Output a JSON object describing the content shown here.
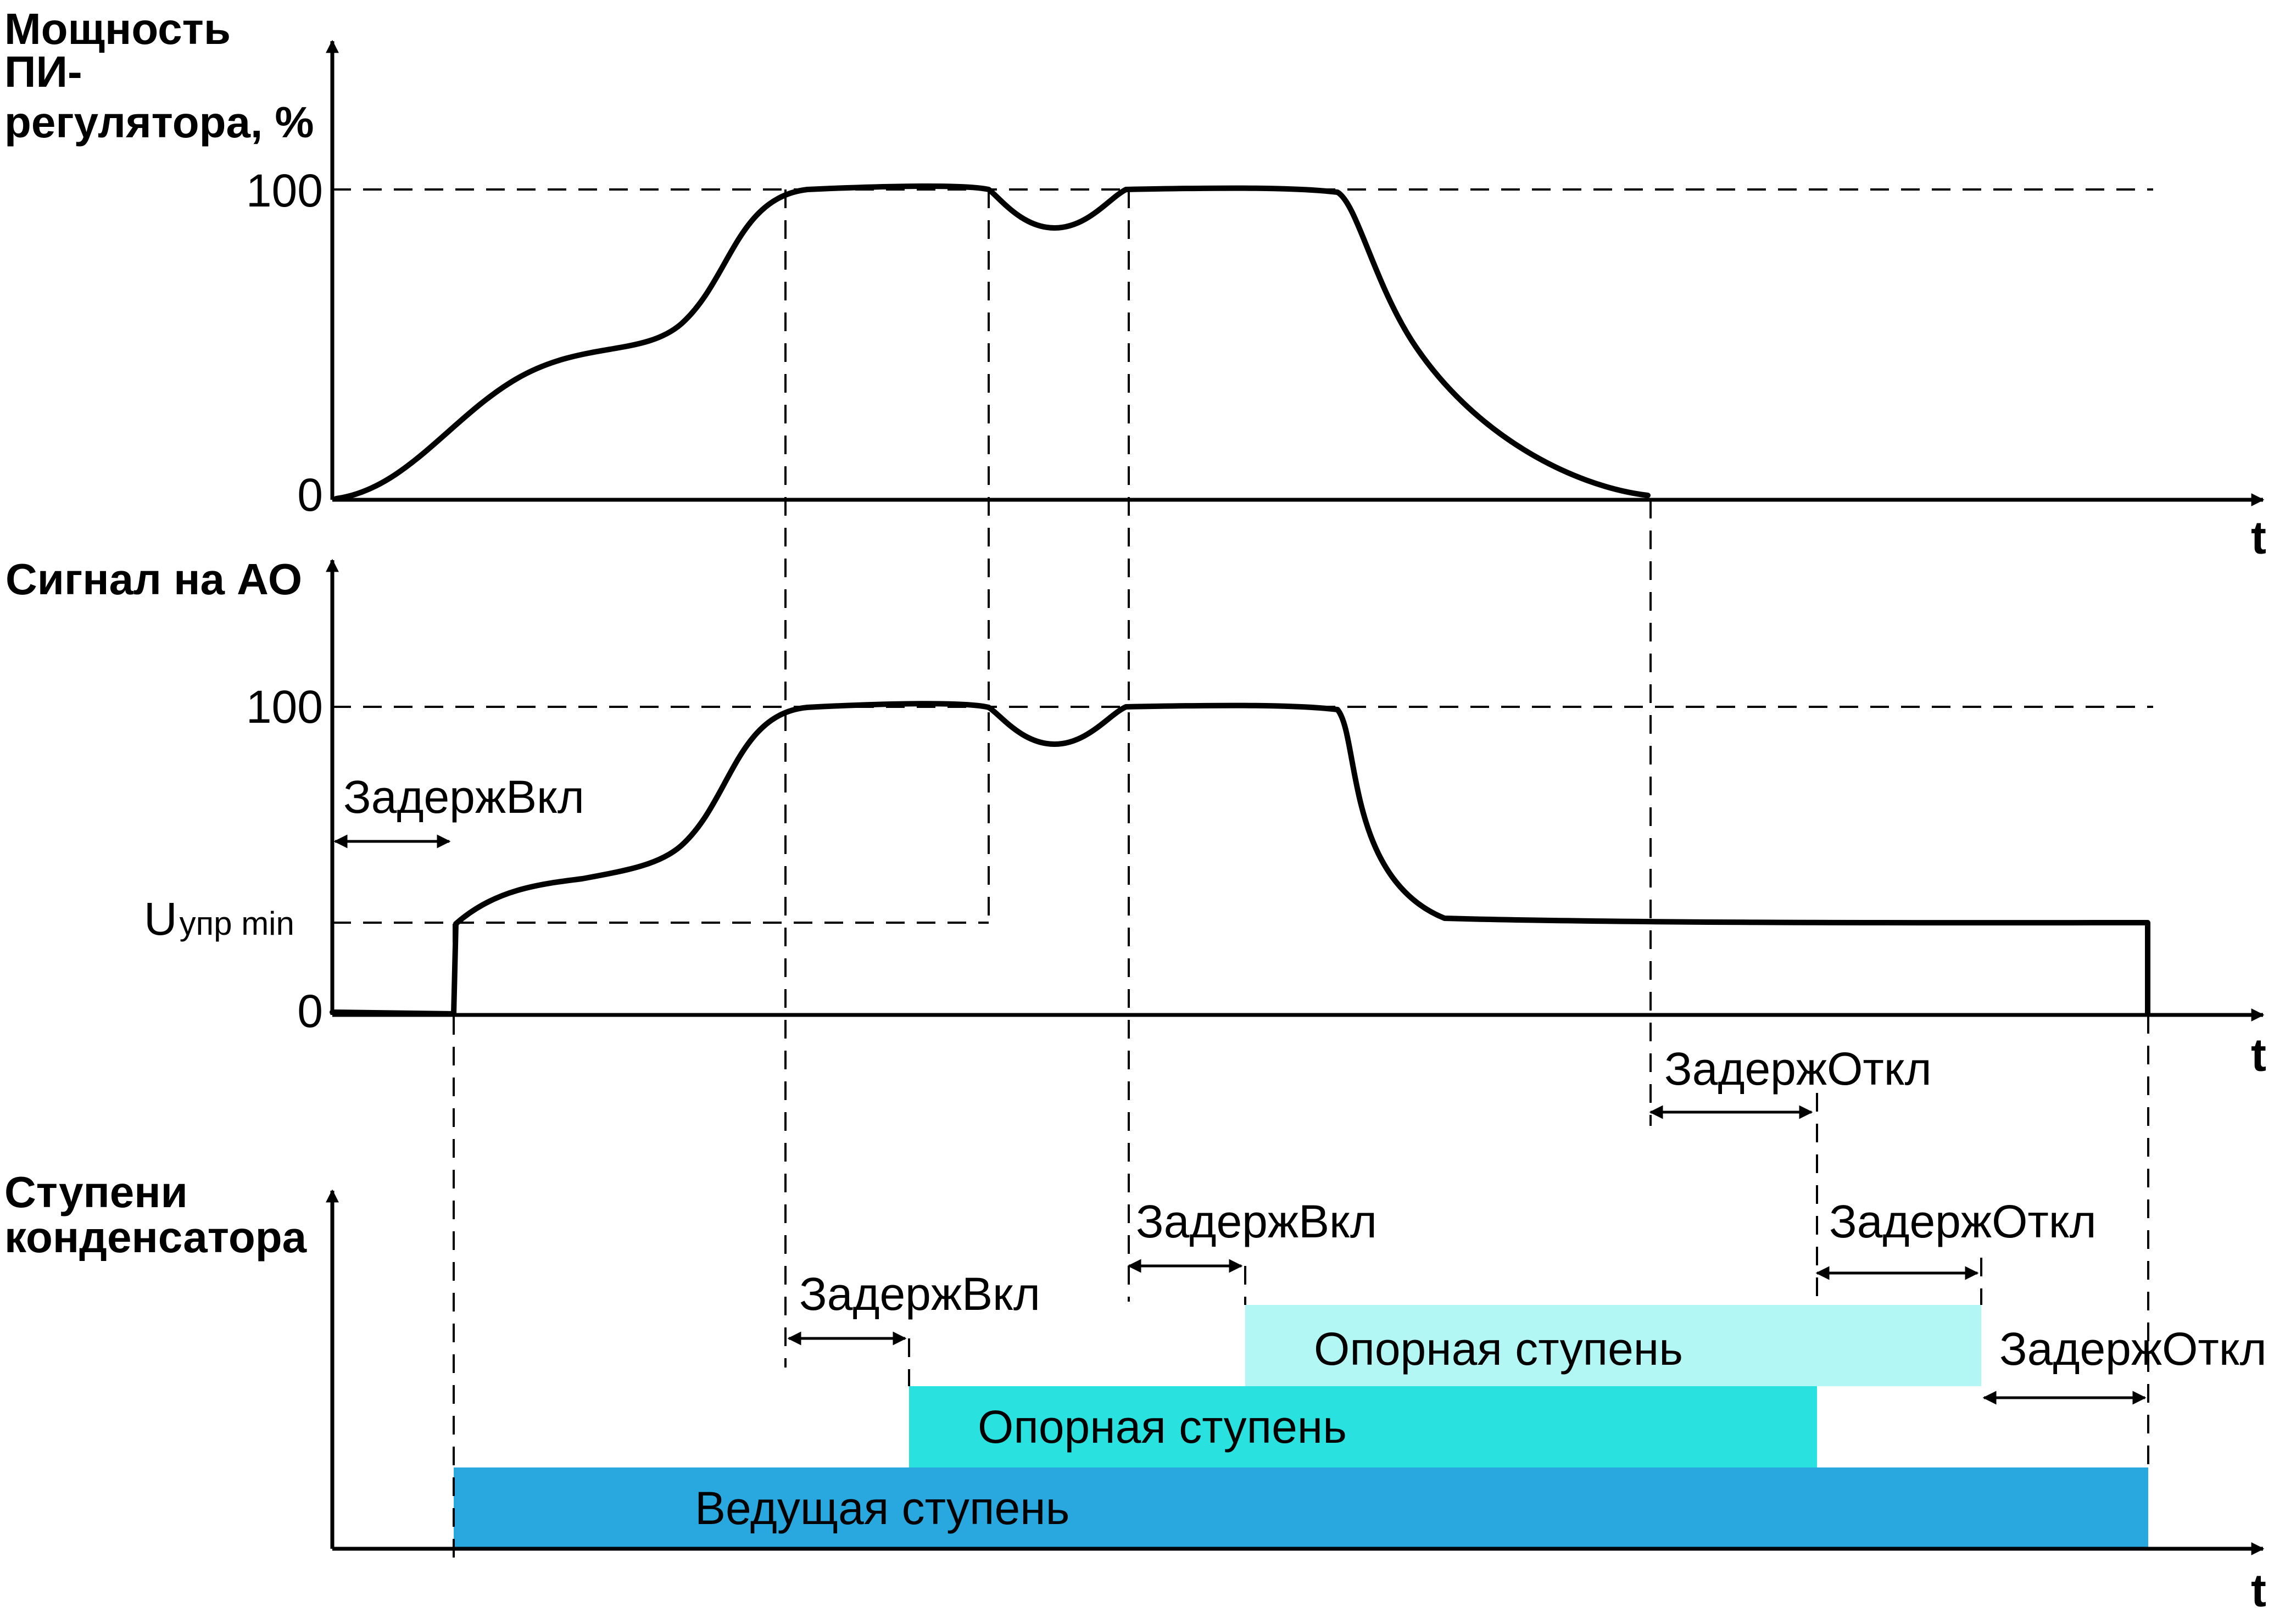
{
  "top_chart": {
    "title_lines": [
      "Мощность",
      "ПИ-",
      "регулятора, %"
    ],
    "tick_100": "100",
    "tick_0": "0",
    "axis_t": "t"
  },
  "middle_chart": {
    "title": "Сигнал на АО",
    "tick_100": "100",
    "tick_0": "0",
    "umin_main": "U",
    "umin_sub": "упр min",
    "axis_t": "t",
    "delay_on": "ЗадержВкл",
    "delay_off": "ЗадержОткл"
  },
  "bottom_chart": {
    "title_lines": [
      "Ступени",
      "конденсатора"
    ],
    "axis_t": "t",
    "delay_on_1": "ЗадержВкл",
    "delay_on_2": "ЗадержВкл",
    "delay_off_1": "ЗадержОткл",
    "delay_off_2": "ЗадержОткл",
    "bar_lead": "Ведущая ступень",
    "bar_ref_1": "Опорная ступень",
    "bar_ref_2": "Опорная ступень"
  },
  "colors": {
    "lead": "#29a8e0",
    "ref_1": "#29e2e0",
    "ref_2": "#b3f7f5",
    "line": "#000000"
  }
}
